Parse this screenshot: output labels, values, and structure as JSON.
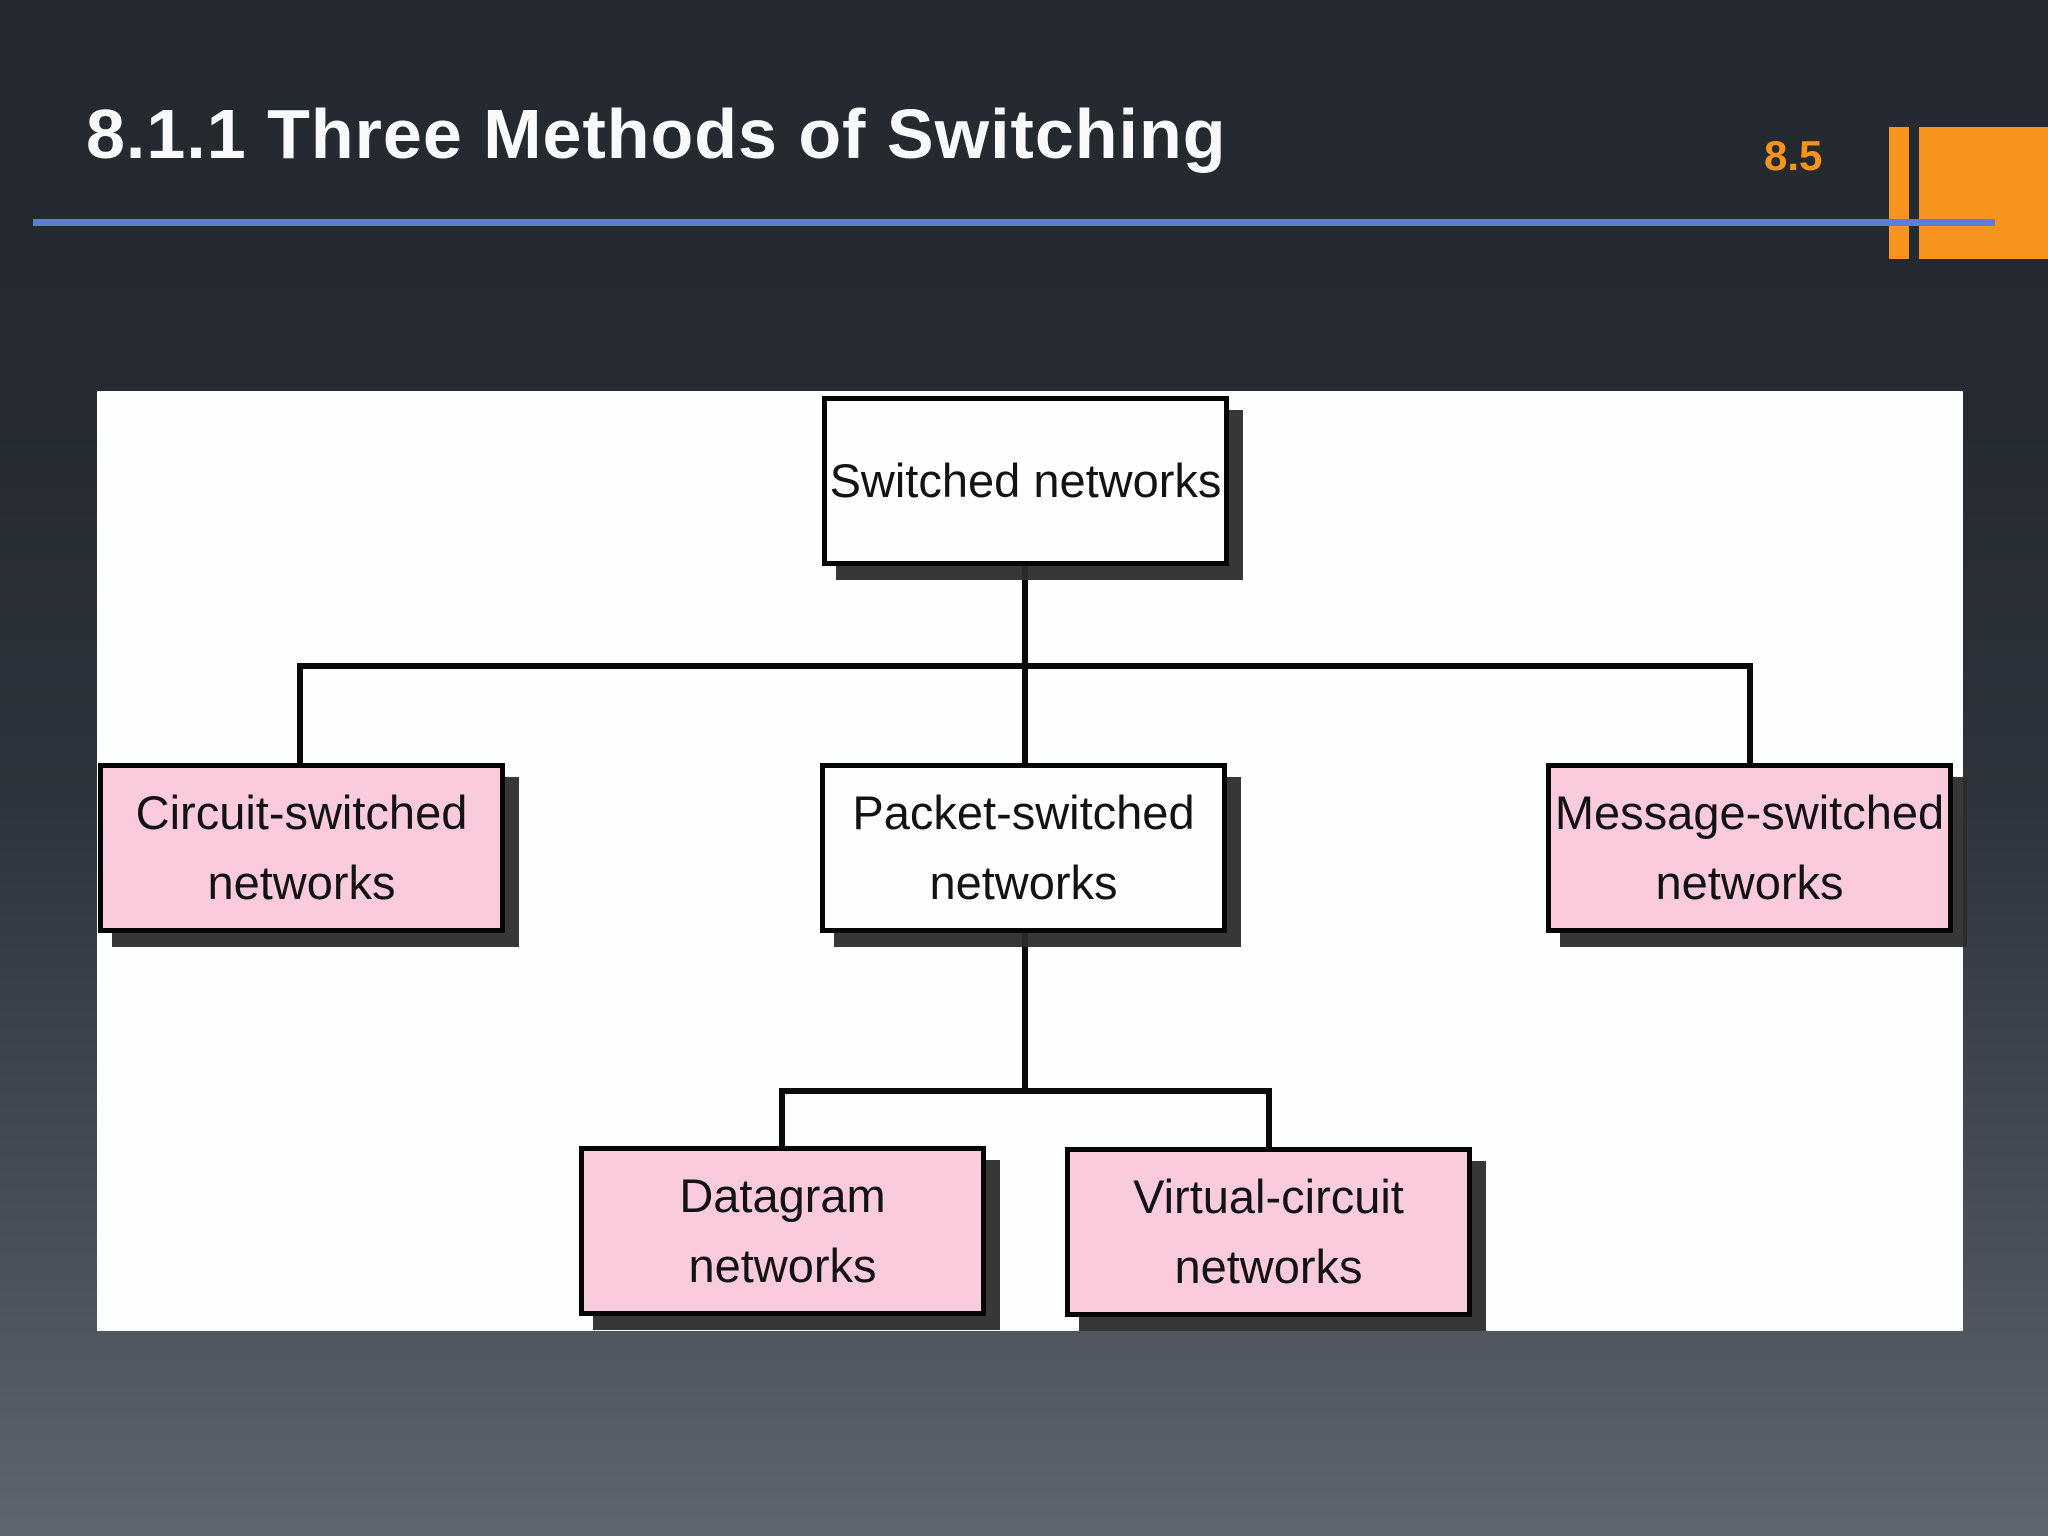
{
  "slide": {
    "title": "8.1.1 Three Methods of Switching",
    "slide_number": "8.5",
    "colors": {
      "accent_orange": "#F7941E",
      "underline_blue": "#5B7ED8",
      "node_pink": "#F9CBDC",
      "node_white": "#FEFEFE",
      "node_border": "#050505",
      "node_shadow": "#2C2C2C",
      "background_top": "#262B32",
      "background_bottom": "#5F6670",
      "panel_white": "#FDFEFE"
    }
  },
  "diagram": {
    "type": "tree",
    "nodes": [
      {
        "id": "switched-networks",
        "label": "Switched networks",
        "fill": "white",
        "level": 1
      },
      {
        "id": "circuit-switched-networks",
        "label": "Circuit-switched networks",
        "fill": "pink",
        "level": 2
      },
      {
        "id": "packet-switched-networks",
        "label": "Packet-switched networks",
        "fill": "white",
        "level": 2
      },
      {
        "id": "message-switched-networks",
        "label": "Message-switched networks",
        "fill": "pink",
        "level": 2
      },
      {
        "id": "datagram-networks",
        "label": "Datagram networks",
        "fill": "pink",
        "level": 3
      },
      {
        "id": "virtual-circuit-networks",
        "label": "Virtual-circuit networks",
        "fill": "pink",
        "level": 3
      }
    ],
    "edges": [
      {
        "from": "switched-networks",
        "to": "circuit-switched-networks"
      },
      {
        "from": "switched-networks",
        "to": "packet-switched-networks"
      },
      {
        "from": "switched-networks",
        "to": "message-switched-networks"
      },
      {
        "from": "packet-switched-networks",
        "to": "datagram-networks"
      },
      {
        "from": "packet-switched-networks",
        "to": "virtual-circuit-networks"
      }
    ]
  }
}
